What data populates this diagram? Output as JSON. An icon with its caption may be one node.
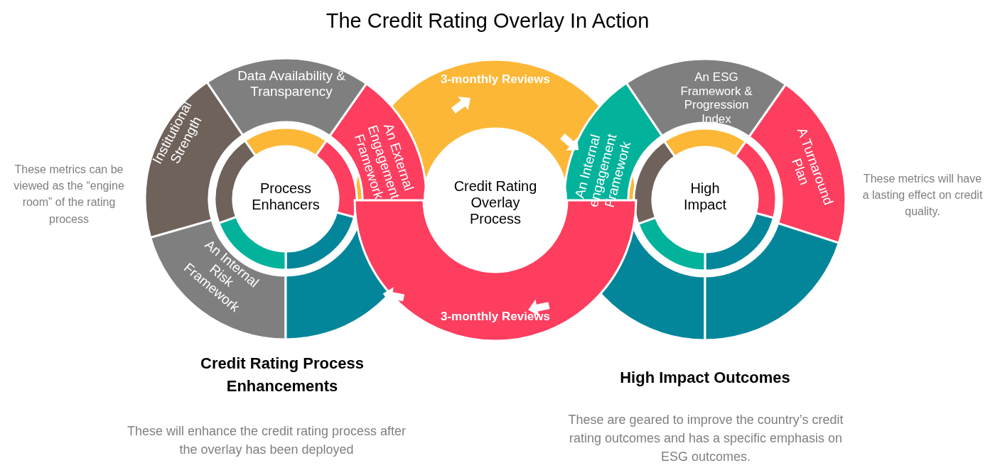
{
  "diagram": {
    "title": "The Credit Rating Overlay In Action",
    "nodes": [
      {
        "text": [
          "3-monthly Reviews"
        ]
      },
      {
        "text": [
          "Data Availability & Transparency"
        ]
      },
      {
        "text": [
          "Institutional Strength"
        ]
      },
      {
        "text": [
          "An External Engagement Framework"
        ]
      },
      {
        "text": [
          "Process Enhancers"
        ]
      },
      {
        "text": [
          "An Internal Risk Framework"
        ]
      },
      {
        "text": [],
        "shape": "arc"
      },
      {
        "text": [
          "Credit Rating Overlay Process"
        ]
      },
      {
        "text": [
          "An ESG Framework & Progression Index"
        ]
      },
      {
        "text": [
          "An Internal engagement Framework"
        ]
      },
      {
        "text": [
          "A Turnaround Plan"
        ]
      },
      {
        "text": [
          "High Impact"
        ]
      },
      {
        "text": [],
        "shape": "arc"
      },
      {
        "text": [],
        "shape": "arc"
      },
      {
        "text": [
          "3-monthly Reviews"
        ]
      }
    ],
    "edges": [
      {
        "from": 3,
        "to": 0,
        "arrow": "to",
        "style": "thick"
      },
      {
        "from": 0,
        "to": 9,
        "arrow": "to",
        "style": "thick"
      },
      {
        "from": 12,
        "to": 14,
        "arrow": "to",
        "style": "thick"
      },
      {
        "from": 14,
        "to": 6,
        "arrow": "to",
        "style": "thick"
      }
    ],
    "labels": [
      "These metrics can be viewed as the “engine room” of the rating process",
      "Credit Rating Process Enhancements",
      "These will enhance the credit rating process after the overlay has been deployed",
      "High Impact Outcomes",
      "These are geared to improve the country’s credit rating outcomes and has a specific emphasis on ESG outcomes.",
      "These metrics will have a lasting effect on credit quality."
    ]
  }
}
